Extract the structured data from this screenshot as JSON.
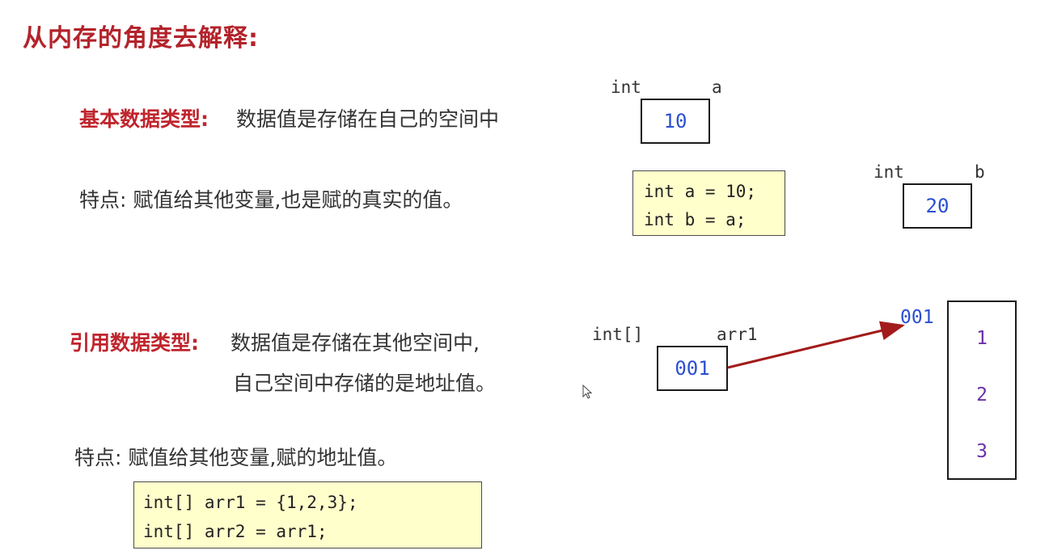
{
  "title": "从内存的角度去解释:",
  "basic": {
    "heading": "基本数据类型:",
    "description": "数据值是存储在自己的空间中",
    "feature": "特点: 赋值给其他变量,也是赋的真实的值。",
    "var_a": {
      "type": "int",
      "name": "a",
      "value": "10"
    },
    "var_b": {
      "type": "int",
      "name": "b",
      "value": "20"
    },
    "code": [
      "int a = 10;",
      "int b = a;"
    ]
  },
  "reference": {
    "heading": "引用数据类型:",
    "description_line1": "数据值是存储在其他空间中,",
    "description_line2": "自己空间中存储的是地址值。",
    "feature": "特点: 赋值给其他变量,赋的地址值。",
    "var_arr1": {
      "type": "int[]",
      "name": "arr1",
      "value": "001"
    },
    "heap_address": "001",
    "heap_values": [
      "1",
      "2",
      "3"
    ],
    "code": [
      "int[] arr1 = {1,2,3};",
      "int[] arr2 = arr1;"
    ]
  },
  "colors": {
    "title": "#b3232b",
    "heading": "#c0252d",
    "value_blue": "#2b4fd1",
    "array_purple": "#6b2fa8",
    "arrow": "#a31b1b",
    "code_bg": "#ffffcc"
  }
}
